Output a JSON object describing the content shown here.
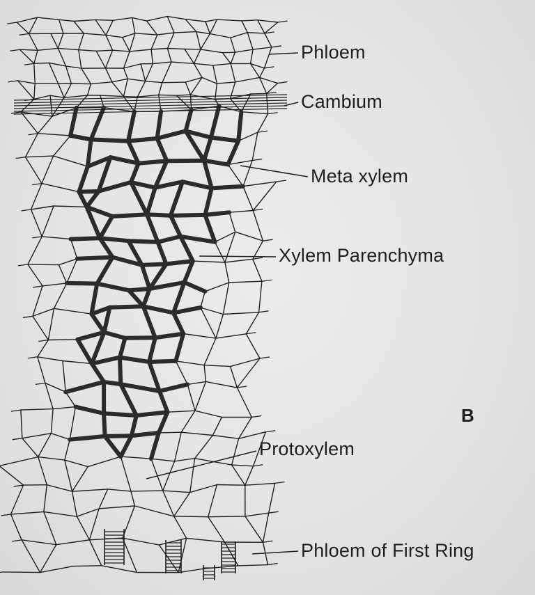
{
  "figure": {
    "panel_letter": "B",
    "labels": {
      "phloem": "Phloem",
      "cambium": "Cambium",
      "meta_xylem": "Meta xylem",
      "xylem_parenchyma": "Xylem Parenchyma",
      "protoxylem": "Protoxylem",
      "phloem_first_ring": "Phloem of First Ring"
    }
  },
  "colors": {
    "background": "#e4e4e4",
    "ink": "#1e1e1e",
    "xylem_wall": "#2b2b2b"
  }
}
